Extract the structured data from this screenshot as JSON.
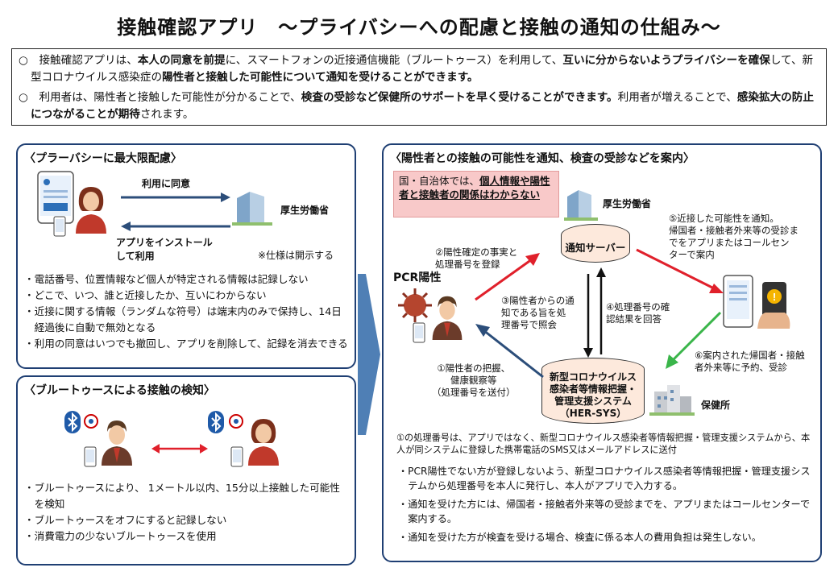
{
  "title": "接触確認アプリ　～プライバシーへの配慮と接触の通知の仕組み～",
  "intro": {
    "p1": {
      "bullet": "○",
      "t1": "接触確認アプリは、",
      "b1": "本人の同意を前提",
      "t2": "に、スマートフォンの近接通信機能（ブルートゥース）を利用して、",
      "b2": "互いに分からないようプライバシーを確保",
      "t3": "して、新型コロナウイルス感染症の",
      "b3": "陽性者と接触した可能性について通知を受けることができます。"
    },
    "p2": {
      "bullet": "○",
      "t1": "利用者は、陽性者と接触した可能性が分かることで、",
      "b1": "検査の受診など保健所のサポートを早く受けることができます。",
      "t2": "利用者が増えることで、",
      "b2": "感染拡大の防止につながることが期待",
      "t3": "されます。"
    }
  },
  "privacy": {
    "title": "〈プラーバシーに最大限配慮〉",
    "consent": "利用に同意",
    "mhlw": "厚生労働省",
    "install": "アプリをインストール\nして利用",
    "spec": "※仕様は開示する",
    "bullets": [
      "・電話番号、位置情報など個人が特定される情報は記録しない",
      "・どこで、いつ、誰と近接したか、互いにわからない",
      "・近接に関する情報（ランダムな符号）は端末内のみで保持し、14日経過後に自動で無効となる",
      "・利用の同意はいつでも撤回し、アプリを削除して、記録を消去できる"
    ]
  },
  "bluetooth": {
    "title": "〈ブルートゥースによる接触の検知〉",
    "bullets": [
      "・ブルートゥースにより、 1メートル以内、15分以上接触した可能性を検知",
      "・ブルートゥースをオフにすると記録しない",
      "・消費電力の少ないブルートゥースを使用"
    ]
  },
  "notify": {
    "title": "〈陽性者との接触の可能性を通知、検査の受診などを案内〉",
    "pink": {
      "t1": "国・自治体では、",
      "u1": "個人情報や陽性者と接触者の関係はわからない"
    },
    "mhlw": "厚生労働省",
    "server": "通知サーバー",
    "pcr": "PCR陽性",
    "step1": "①陽性者の把握、\n健康観察等\n（処理番号を送付）",
    "step2": "②陽性確定の事実と\n処理番号を登録",
    "step3": "③陽性者からの通\n知である旨を処\n理番号で照会",
    "step4": "④処理番号の確\n認結果を回答",
    "step5": "⑤近接した可能性を通知。\n帰国者・接触者外来等の受診ま\nでをアプリまたはコールセン\nターで案内",
    "step6": "⑥案内された帰国者・接触\n者外来等に予約、受診",
    "hersys": "新型コロナウイルス\n感染者等情報把握・\n管理支援システム\n（HER-SYS）",
    "hokenjo": "保健所",
    "note": "①の処理番号は、アプリではなく、新型コロナウイルス感染者等情報把握・管理支援システムから、本人が同システムに登録した携帯電話のSMS又はメールアドレスに送付",
    "bullets": [
      "・PCR陽性でない方が登録しないよう、新型コロナウイルス感染者等情報把握・管理支援システムから処理番号を本人に発行し、本人がアプリで入力する。",
      "・通知を受けた方には、帰国者・接触者外来等の受診までを、アプリまたはコールセンターで案内する。",
      "・通知を受けた方が検査を受ける場合、検査に係る本人の費用負担は発生しない。"
    ]
  },
  "colors": {
    "panel_border": "#1f3f73",
    "arrow_navy": "#2c4e7a",
    "arrow_red": "#e0202b",
    "arrow_green": "#3ab54a",
    "big_arrow": "#4f7fb5",
    "pink_box": "#f8c9c9",
    "server_fill": "#fde9dc"
  }
}
